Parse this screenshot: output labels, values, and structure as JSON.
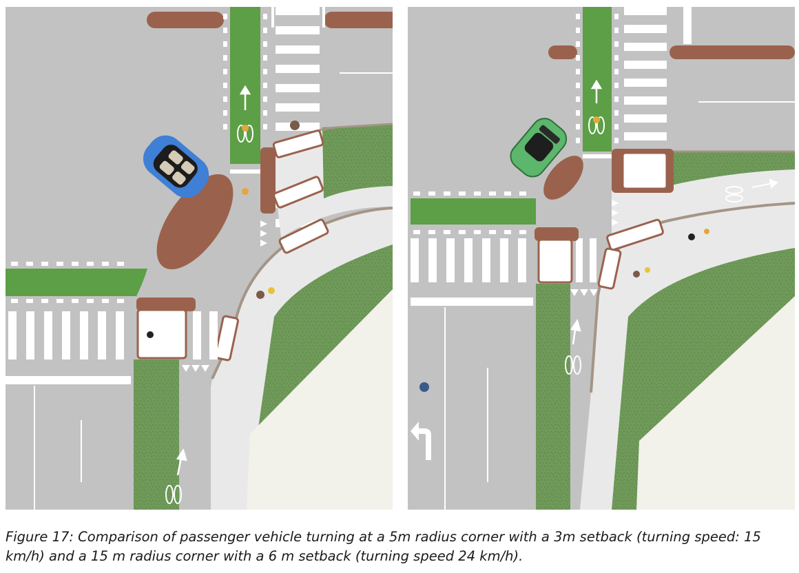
{
  "figure": {
    "caption": "Figure 17: Comparison of passenger vehicle turning at a 5m radius corner with a 3m setback (turning speed: 15 km/h) and a 15 m radius corner with a 6 m setback (turning speed 24 km/h)."
  },
  "panels": [
    {
      "id": "left",
      "corner_radius": "5m",
      "setback": "3m",
      "turning_speed": "15 km/h",
      "vehicle_color": "#3f7fd6"
    },
    {
      "id": "right",
      "corner_radius": "15 m",
      "setback": "6 m",
      "turning_speed": "24 km/h",
      "vehicle_color": "#5cb66c"
    }
  ],
  "colors": {
    "road": "#c2c2c2",
    "bike_lane_green": "#5c9f46",
    "grass": "#6f9a59",
    "planter_brown": "#9a624c",
    "sidewalk": "#e9e9e9",
    "pavement": "#f2f1ea",
    "marking_white": "#ffffff",
    "curb": "#a49586"
  }
}
